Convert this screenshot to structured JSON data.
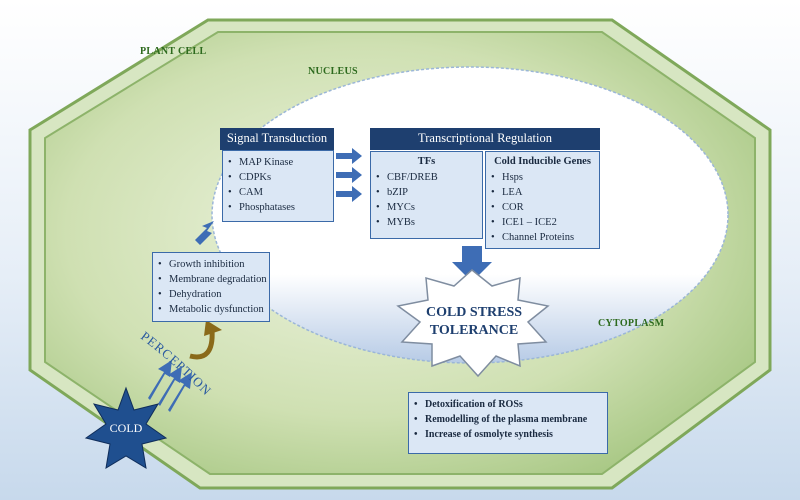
{
  "labels": {
    "plant_cell": "PLANT CELL",
    "nucleus": "NUCLEUS",
    "cytoplasm": "CYTOPLASM",
    "perception": "PERCEPTION",
    "cold": "COLD",
    "tolerance_line1": "COLD STRESS",
    "tolerance_line2": "TOLERANCE"
  },
  "signal": {
    "title": "Signal Transduction",
    "items": [
      "MAP Kinase",
      "CDPKs",
      "CAM",
      "Phosphatases"
    ]
  },
  "transcription": {
    "title": "Transcriptional Regulation",
    "tfs_title": "TFs",
    "tfs": [
      "CBF/DREB",
      "bZIP",
      "MYCs",
      "MYBs"
    ],
    "genes_title": "Cold Inducible Genes",
    "genes": [
      "Hsps",
      "LEA",
      "COR",
      "ICE1 – ICE2",
      "Channel Proteins"
    ]
  },
  "effects": {
    "items": [
      "Growth inhibition",
      "Membrane degradation",
      "Dehydration",
      "Metabolic dysfunction"
    ]
  },
  "outcomes": {
    "items": [
      "Detoxification of ROSs",
      "Remodelling of the plasma membrane",
      "Increase of osmolyte synthesis"
    ]
  },
  "colors": {
    "header": "#1e3f6f",
    "arrow": "#3e6db5",
    "box_fill": "#dbe7f5",
    "cell_fill": "#c9dcaa",
    "cold_star": "#1f4f8f"
  }
}
